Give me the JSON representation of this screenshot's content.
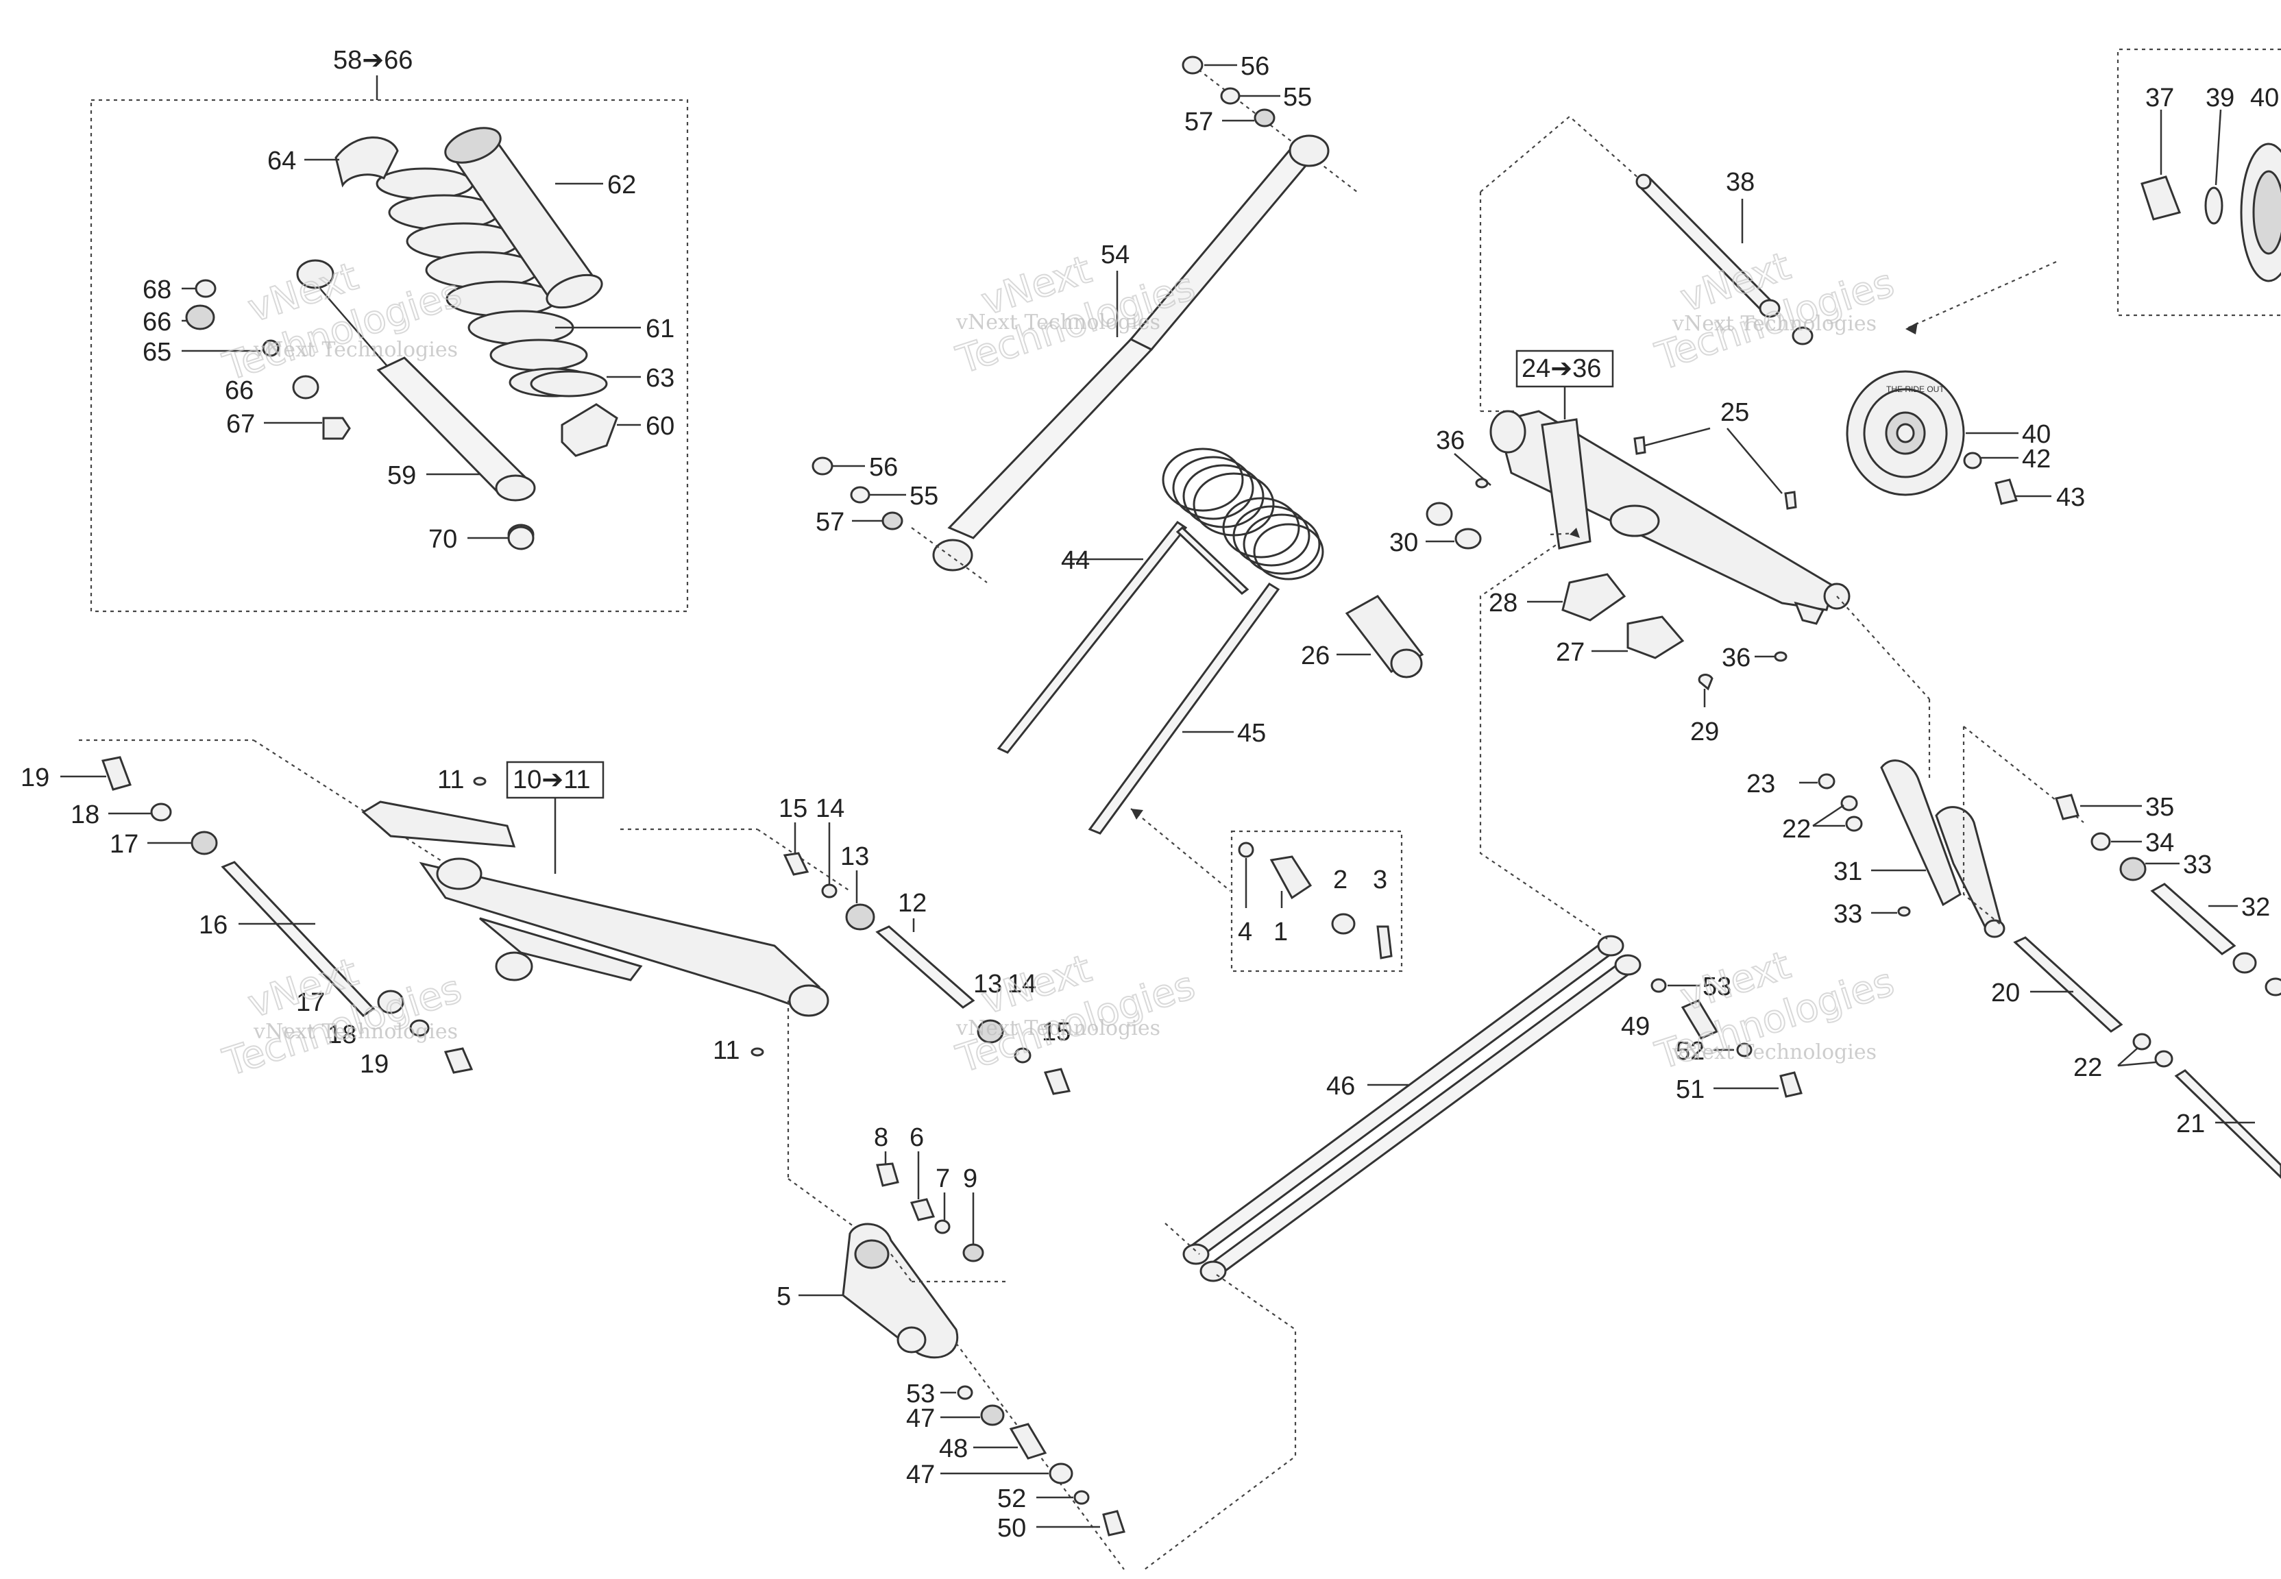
{
  "group_labels": {
    "shock_group": "58➔66",
    "arm_group": "10➔11",
    "front_arm_group": "24➔36"
  },
  "callouts": {
    "c1": "1",
    "c2": "2",
    "c3": "3",
    "c4": "4",
    "c5": "5",
    "c6": "6",
    "c7": "7",
    "c8": "8",
    "c9": "9",
    "c11a": "11",
    "c11b": "11",
    "c12": "12",
    "c13a": "13",
    "c13b": "13",
    "c14a": "14",
    "c14b": "14",
    "c15a": "15",
    "c15b": "15",
    "c16": "16",
    "c17a": "17",
    "c17b": "17",
    "c18a": "18",
    "c18b": "18",
    "c19a": "19",
    "c19b": "19",
    "c20": "20",
    "c21": "21",
    "c22a": "22",
    "c22b": "22",
    "c23": "23",
    "c25": "25",
    "c26": "26",
    "c27": "27",
    "c28": "28",
    "c29": "29",
    "c30": "30",
    "c31": "31",
    "c32": "32",
    "c33a": "33",
    "c33b": "33",
    "c34": "34",
    "c35": "35",
    "c36a": "36",
    "c36b": "36",
    "c37": "37",
    "c38": "38",
    "c39": "39",
    "c40a": "40",
    "c40b": "40",
    "c42": "42",
    "c43": "43",
    "c44": "44",
    "c45": "45",
    "c46": "46",
    "c47a": "47",
    "c47b": "47",
    "c48": "48",
    "c49": "49",
    "c50": "50",
    "c51": "51",
    "c52a": "52",
    "c52b": "52",
    "c53a": "53",
    "c53b": "53",
    "c54": "54",
    "c55a": "55",
    "c55b": "55",
    "c56a": "56",
    "c56b": "56",
    "c57a": "57",
    "c57b": "57",
    "c59": "59",
    "c60": "60",
    "c61": "61",
    "c62": "62",
    "c63": "63",
    "c64": "64",
    "c65": "65",
    "c66a": "66",
    "c66b": "66",
    "c67": "67",
    "c68": "68",
    "c70": "70"
  },
  "watermark": {
    "line1": "vNext Technologies",
    "line2": "vNext",
    "line3": "Technologies"
  },
  "wheel_text": "THE RIDE OUT"
}
